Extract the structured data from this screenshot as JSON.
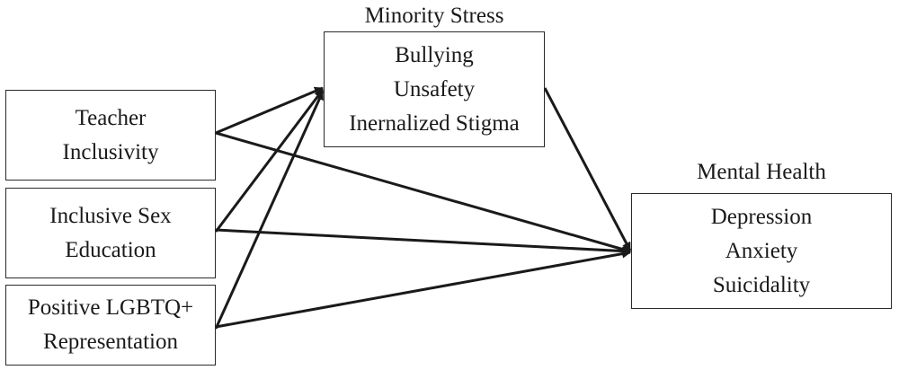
{
  "minority_stress": {
    "title": "Minority Stress",
    "items": [
      "Bullying",
      "Unsafety",
      "Inernalized Stigma"
    ]
  },
  "mental_health": {
    "title": "Mental Health",
    "items": [
      "Depression",
      "Anxiety",
      "Suicidality"
    ]
  },
  "predictors": {
    "teacher": [
      "Teacher",
      "Inclusivity"
    ],
    "sex_ed": [
      "Inclusive Sex",
      "Education"
    ],
    "lgbtq": [
      "Positive LGBTQ+",
      "Representation"
    ]
  },
  "colors": {
    "line": "#1a1a1a",
    "border": "#2a2a2a",
    "background": "#ffffff"
  }
}
